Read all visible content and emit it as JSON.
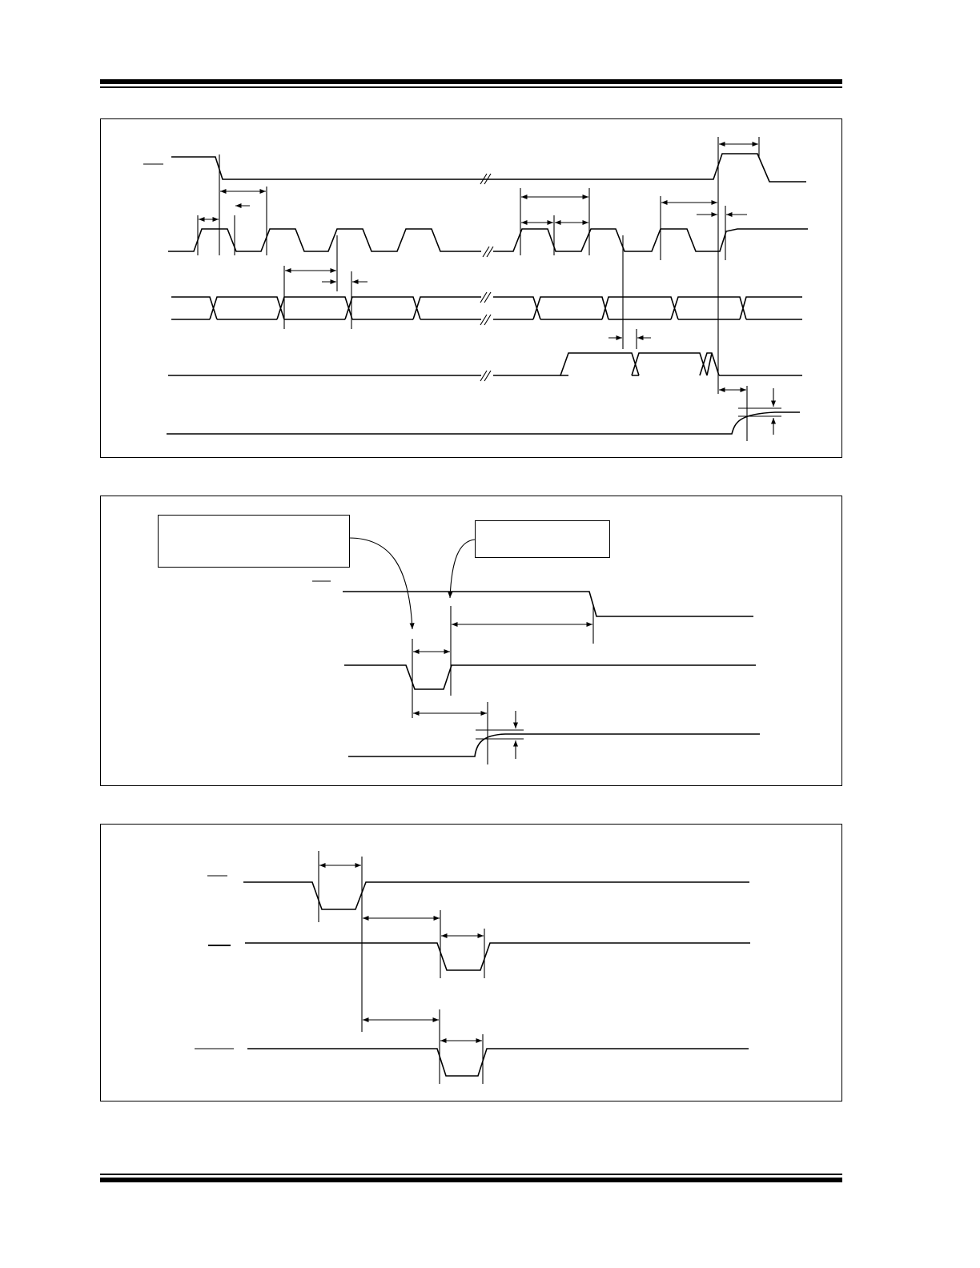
{
  "figures": [
    {
      "name": "figure-1",
      "notes": []
    },
    {
      "name": "figure-2",
      "notes": [
        {
          "text": ""
        },
        {
          "text": ""
        }
      ]
    },
    {
      "name": "figure-3",
      "notes": []
    }
  ],
  "colors": {
    "ink": "#000000",
    "paper": "#ffffff"
  }
}
